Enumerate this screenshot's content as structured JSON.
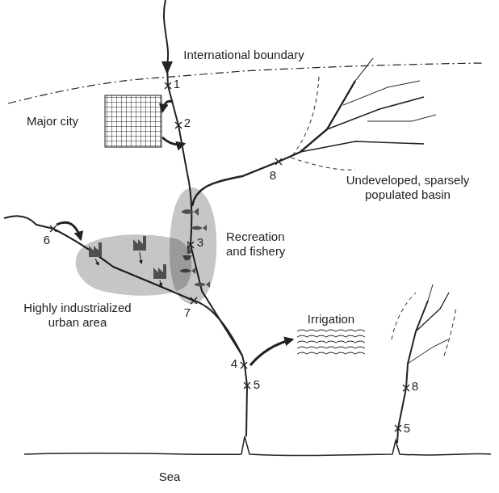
{
  "diagram": {
    "nodes": [
      {
        "text": [
          "Recreation and fishery"
        ]
      },
      {
        "text": [
          "Highly industrialized urban area"
        ]
      }
    ],
    "labels": [
      "International boundary",
      "Major city",
      "Undeveloped, sparsely populated basin",
      "Irrigation",
      "Sea",
      "1",
      "2",
      "3",
      "4",
      "5",
      "6",
      "7",
      "8",
      "8",
      "5"
    ]
  }
}
